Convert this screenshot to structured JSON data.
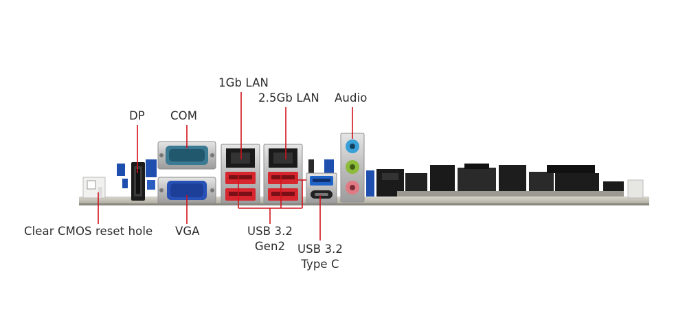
{
  "labels": {
    "lan_1gb": "1Gb LAN",
    "lan_2_5gb": "2.5Gb LAN",
    "audio": "Audio",
    "dp": "DP",
    "com": "COM",
    "clear_cmos": "Clear CMOS reset hole",
    "vga": "VGA",
    "usb_gen2_line1": "USB 3.2",
    "usb_gen2_line2": "Gen2",
    "usb_typec_line1": "USB 3.2",
    "usb_typec_line2": "Type C"
  },
  "colors": {
    "leader_line": "#d1121b",
    "label_text": "#2b2b2b",
    "pcb": "#c9c6bd",
    "usb_red": "#d8262f",
    "usb_blue": "#1f63c7",
    "audio_blue": "#3aa0d8",
    "audio_green": "#8dbb3a",
    "audio_pink": "#e07a84"
  }
}
